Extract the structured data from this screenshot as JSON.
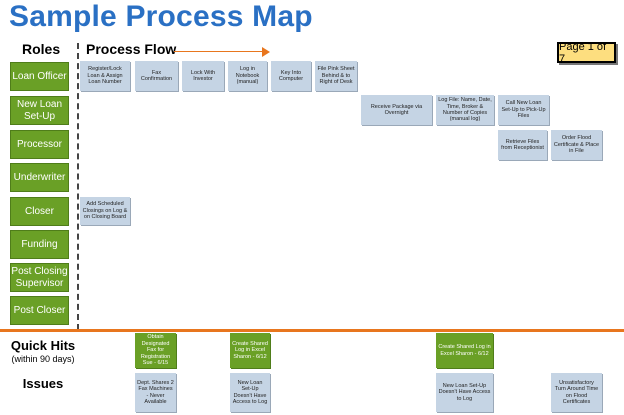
{
  "title": "Sample Process Map",
  "roles_header": "Roles",
  "flow_header": "Process Flow",
  "page_indicator": "Page 1 of 7",
  "roles": [
    "Loan Officer",
    "New Loan Set-Up",
    "Processor",
    "Underwriter",
    "Closer",
    "Funding",
    "Post Closing Supervisor",
    "Post Closer"
  ],
  "tasks": [
    "Register/Lock Loan & Assign Loan Number",
    "Fax Confirmation",
    "Lock With Investor",
    "Log in Notebook (manual)",
    "Key Into Computer",
    "File Pink Sheet Behind & to Right of Desk",
    "Receive Package via Overnight",
    "Log File: Name, Date, Time, Broker & Number of Copies (manual log)",
    "Call New Loan Set-Up to Pick-Up Files",
    "Retrieve Files from Receptionist",
    "Order Flood Certificate & Place in File",
    "Add Scheduled Closings on Log & on Closing Board"
  ],
  "quick_hits_label": "Quick Hits",
  "quick_hits_sub": "(within 90 days)",
  "quick_hits": [
    "Obtain Designated Fax for Registration Sue - 6/15",
    "Create Shared Log in Excel Sharon - 6/12",
    "Create Shared Log in Excel Sharon - 6/12"
  ],
  "issues_label": "Issues",
  "issues": [
    "Dept. Shares 2 Fax Machines - Never Available",
    "New Loan Set-Up Doesn't Have Access to Log",
    "New Loan Set-Up Doesn't Have Access to Log",
    "Unsatisfactory Turn Around Time on Flood Certificates"
  ],
  "colors": {
    "title": "#2a70c4",
    "role_fill": "#6aa026",
    "task_fill": "#c5d4e4",
    "accent": "#e8761e",
    "page_box": "#fdde7f"
  }
}
